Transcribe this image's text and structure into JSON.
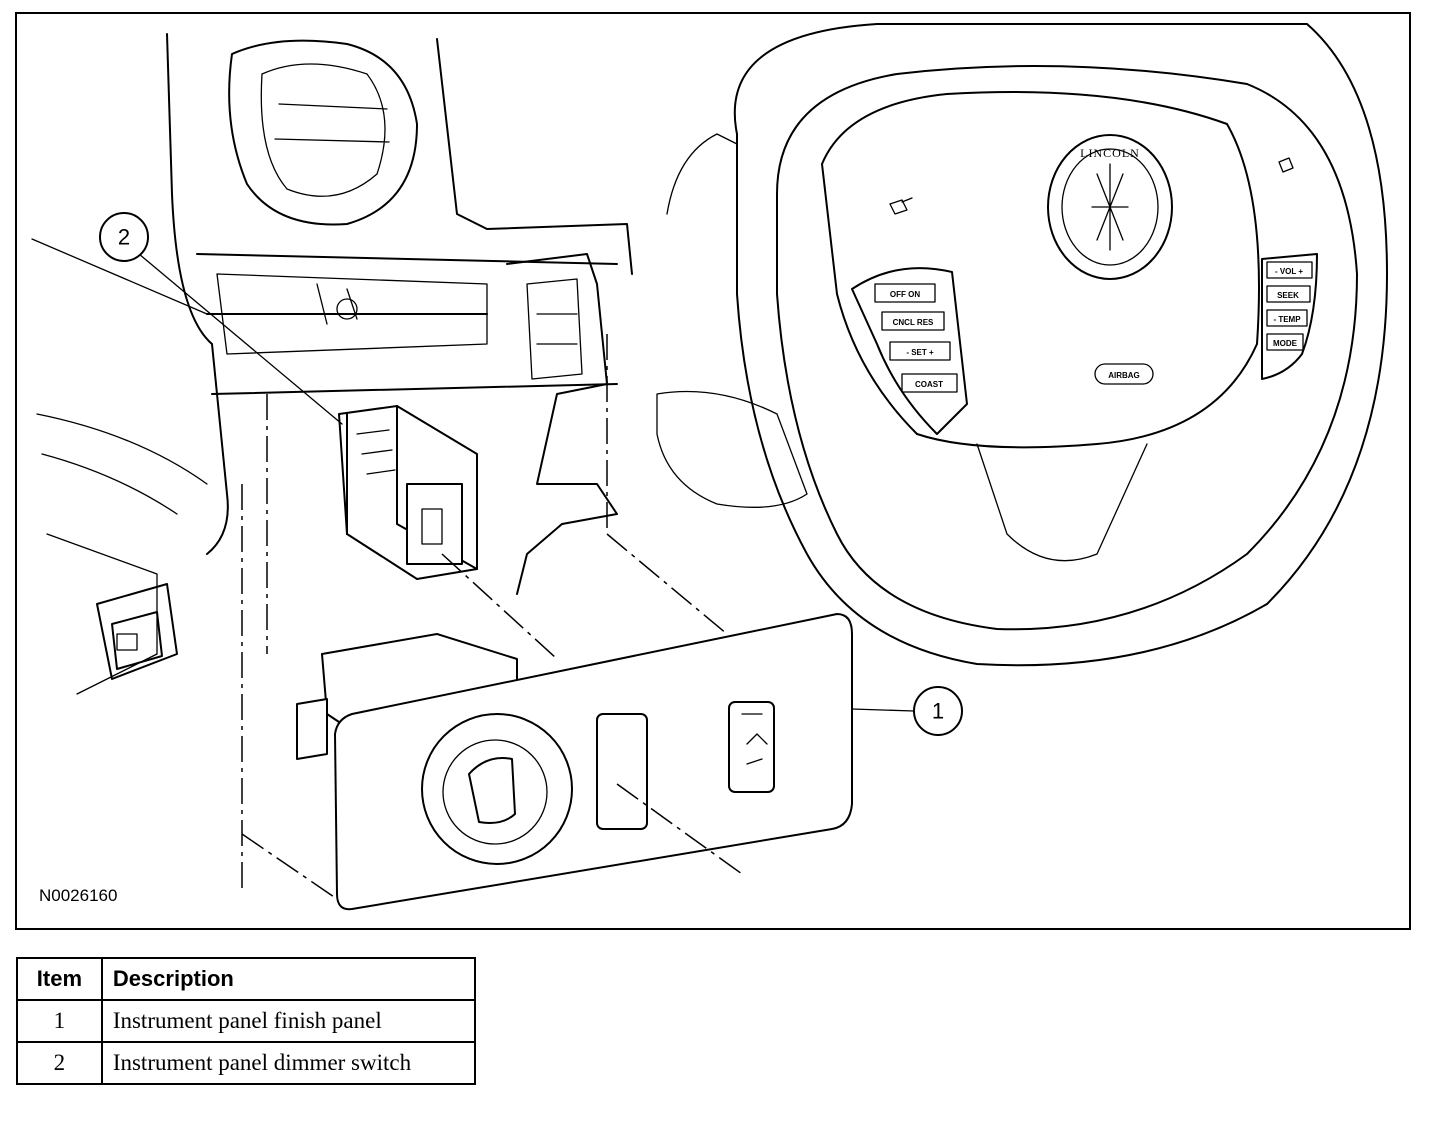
{
  "figure": {
    "id": "N0026160",
    "callouts": [
      {
        "number": "1"
      },
      {
        "number": "2"
      }
    ],
    "steering_wheel": {
      "logo_text": "LINCOLN",
      "airbag_label": "AIRBAG",
      "left_buttons": [
        "OFF ON",
        "CNCL RES",
        "- SET +",
        "COAST"
      ],
      "right_buttons": [
        "- VOL +",
        "SEEK",
        "- TEMP",
        "MODE"
      ]
    }
  },
  "legend": {
    "headers": {
      "item": "Item",
      "description": "Description"
    },
    "rows": [
      {
        "item": "1",
        "description": "Instrument panel finish panel"
      },
      {
        "item": "2",
        "description": "Instrument panel dimmer switch"
      }
    ]
  }
}
